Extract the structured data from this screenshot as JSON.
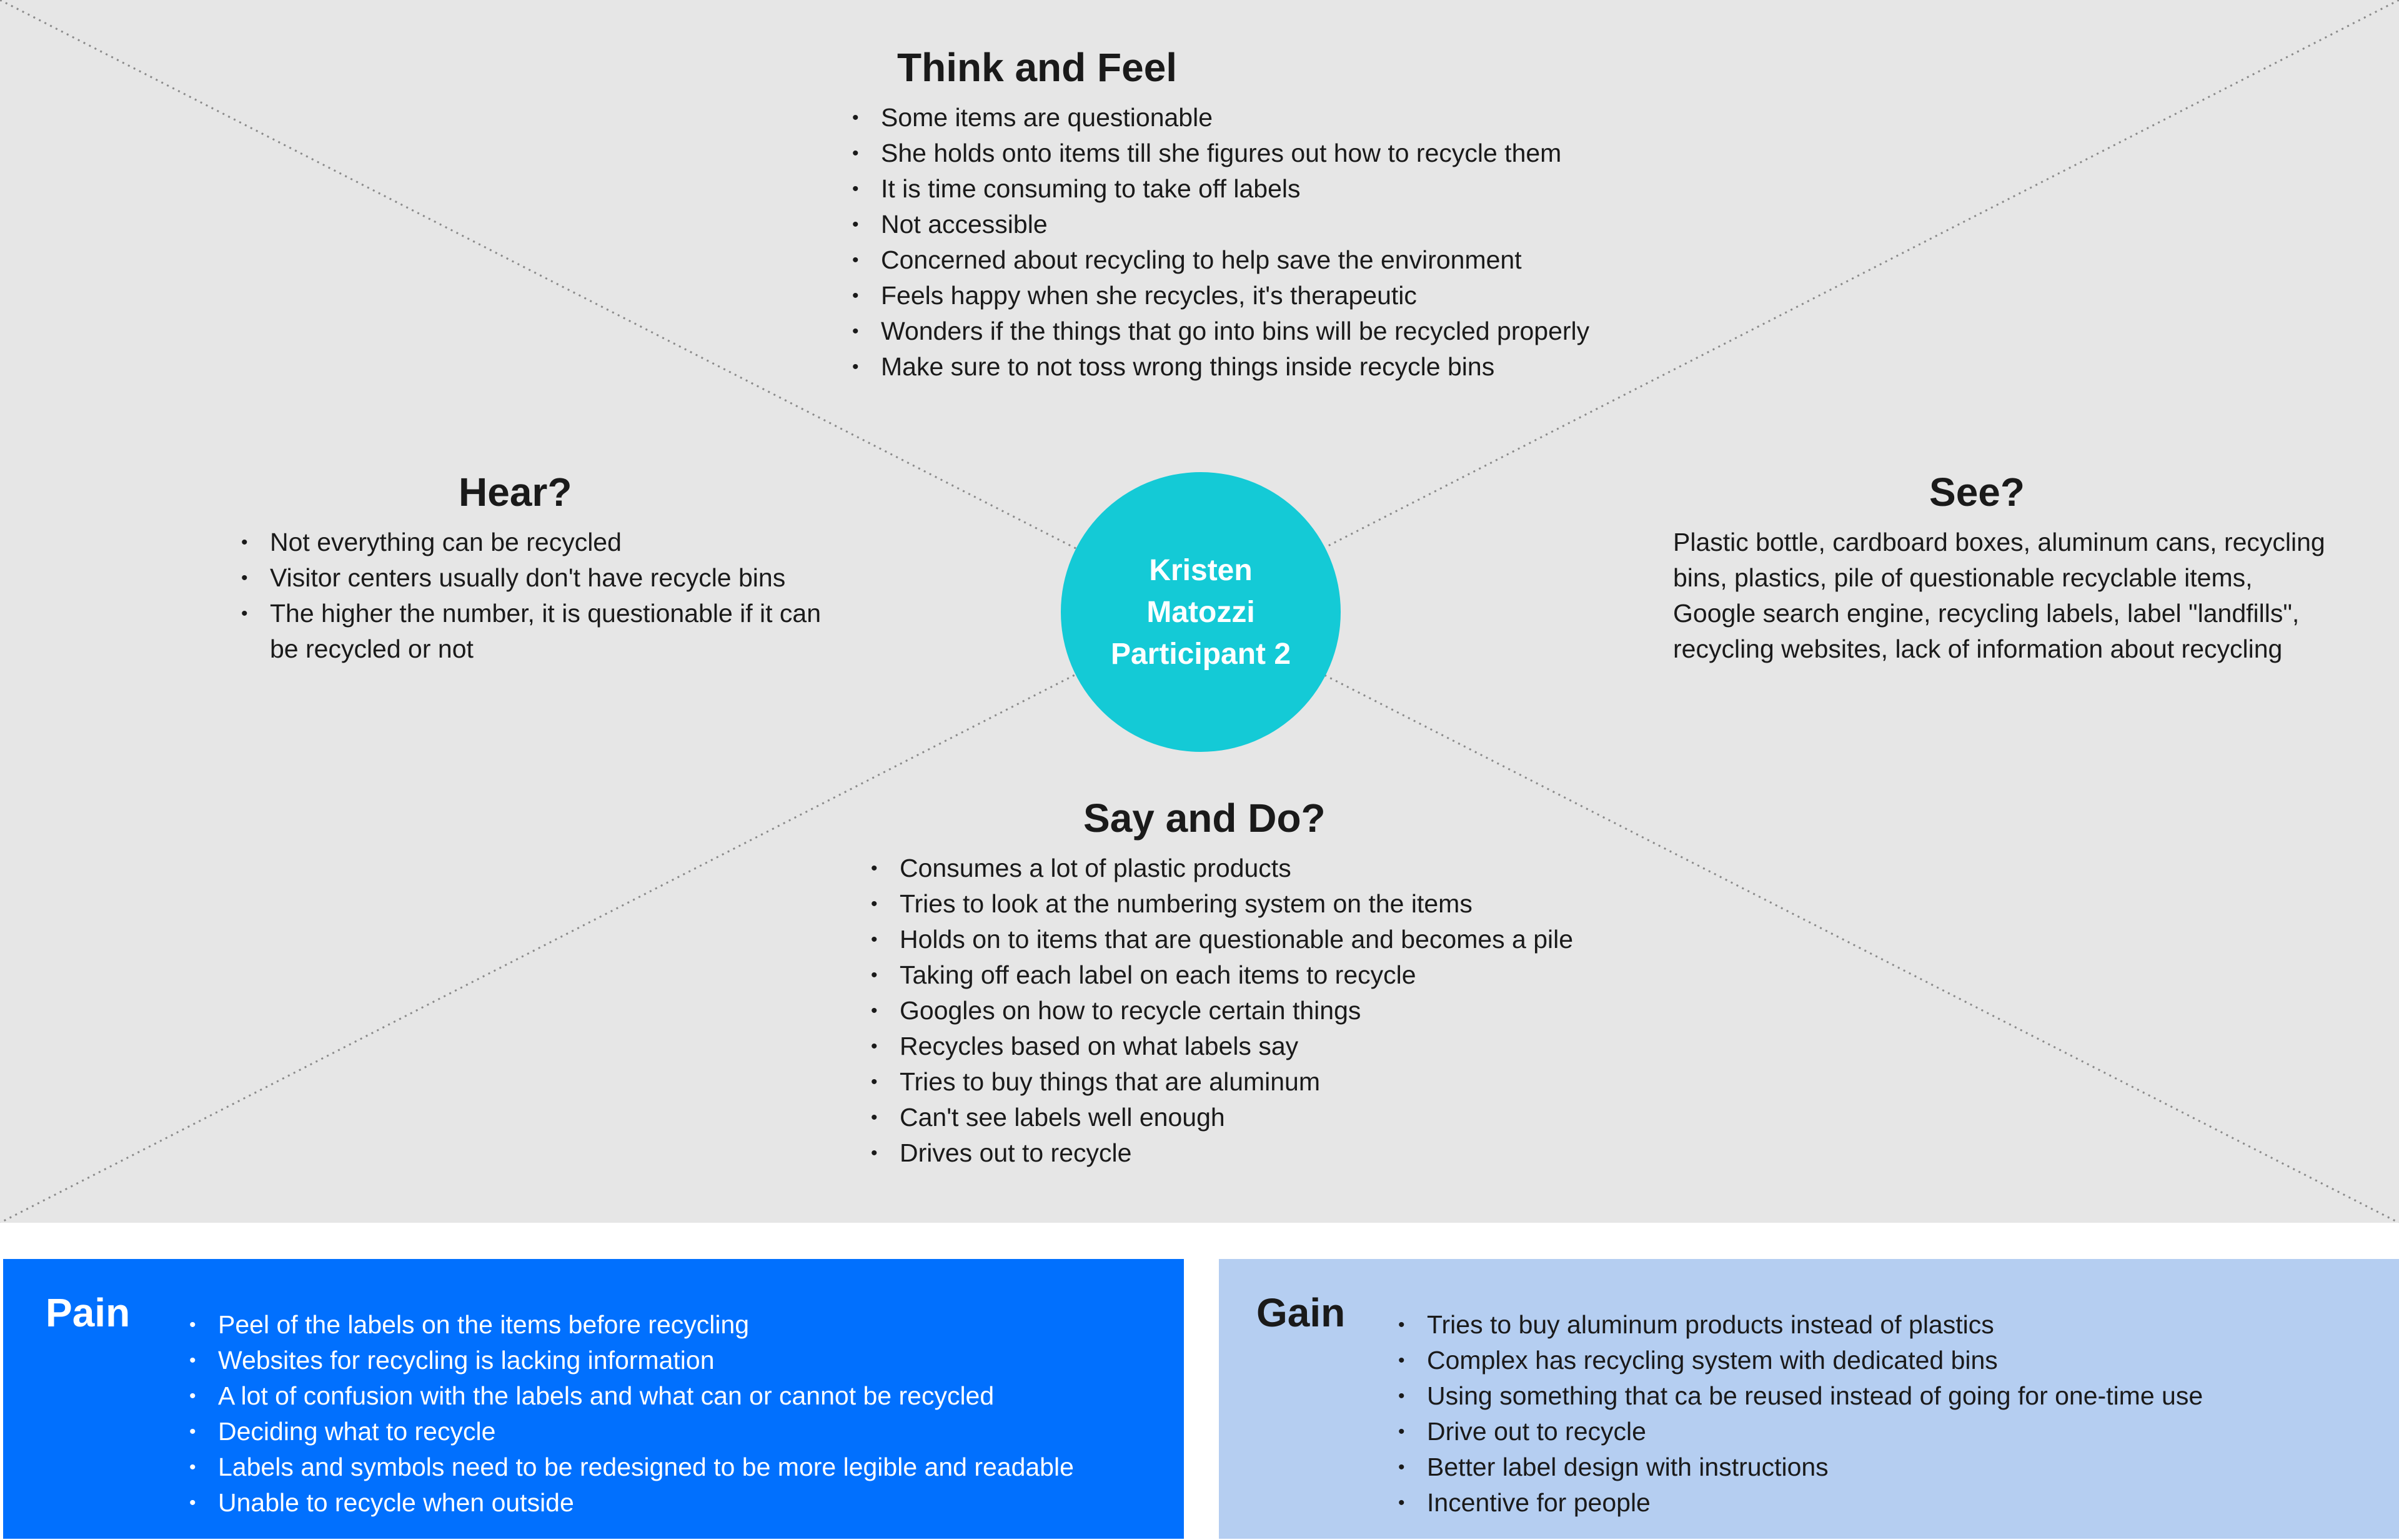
{
  "persona": {
    "name_lines": [
      "Kristen",
      "Matozzi",
      "Participant 2"
    ]
  },
  "think_and_feel": {
    "title": "Think and Feel",
    "items": [
      "Some items are questionable",
      "She holds onto items till she figures out how to recycle them",
      "It is time consuming to take off labels",
      "Not accessible",
      "Concerned about recycling to help save the environment",
      "Feels happy when she recycles, it's therapeutic",
      "Wonders if the things that go into bins will be recycled properly",
      "Make sure to not toss wrong things inside recycle bins"
    ]
  },
  "hear": {
    "title": "Hear?",
    "items": [
      "Not everything can be recycled",
      "Visitor centers usually don't have recycle bins",
      "The higher the number, it is questionable if it can be recycled or not"
    ]
  },
  "see": {
    "title": "See?",
    "text": "Plastic bottle, cardboard boxes, aluminum cans, recycling bins, plastics, pile of questionable recyclable items, Google search engine, recycling labels, label \"landfills\", recycling websites, lack of information about recycling"
  },
  "say_and_do": {
    "title": "Say and Do?",
    "items": [
      "Consumes a lot of plastic products",
      "Tries to look at the numbering system on the items",
      "Holds on to items that are questionable and becomes a pile",
      "Taking off each label on each items to recycle",
      "Googles on how to recycle certain things",
      "Recycles based on what labels say",
      "Tries to buy things that are aluminum",
      "Can't see labels well enough",
      "Drives out to recycle"
    ]
  },
  "pain": {
    "title": "Pain",
    "items": [
      "Peel of the labels on the items before recycling",
      "Websites for recycling is lacking information",
      "A lot of confusion with the labels and what can or cannot be recycled",
      "Deciding what to recycle",
      "Labels and symbols need to be redesigned to be more legible and readable",
      "Unable to recycle when outside"
    ]
  },
  "gain": {
    "title": "Gain",
    "items": [
      "Tries to buy aluminum products instead of plastics",
      "Complex has recycling system with dedicated bins",
      "Using something that ca be reused instead of going for one-time use",
      "Drive out to recycle",
      "Better label design with instructions",
      "Incentive for people"
    ]
  },
  "colors": {
    "background": "#e6e6e6",
    "circle": "#14cad6",
    "pain_panel": "#0170fe",
    "gain_panel": "#b5cef1"
  }
}
